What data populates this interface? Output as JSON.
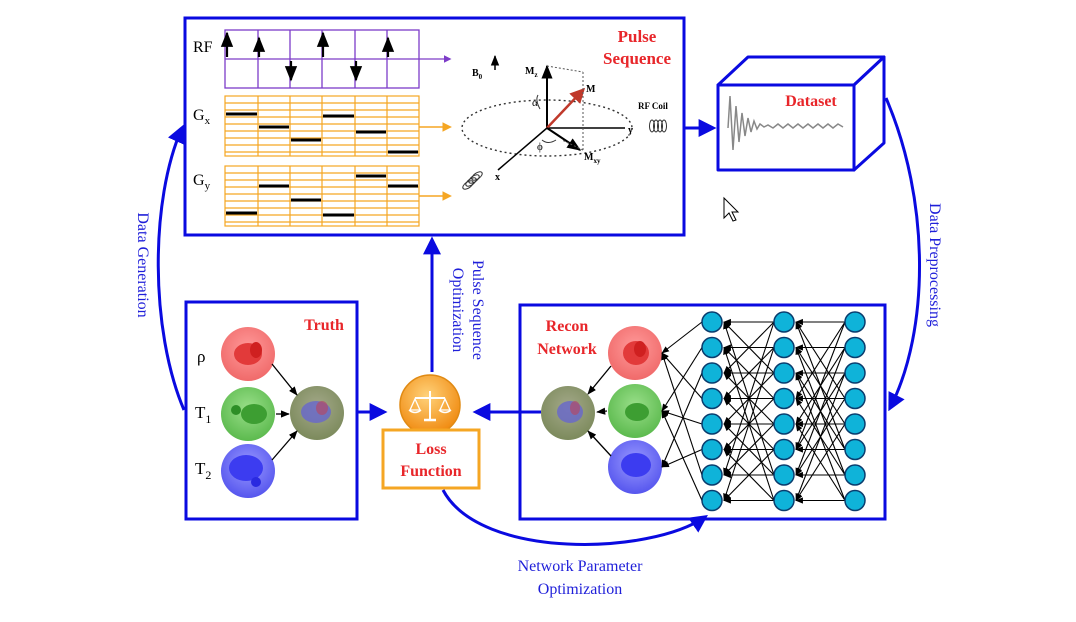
{
  "pulse_sequence": {
    "title_line1": "Pulse",
    "title_line2": "Sequence",
    "rows": [
      {
        "name": "RF",
        "sub": ""
      },
      {
        "name": "G",
        "sub": "x"
      },
      {
        "name": "G",
        "sub": "y"
      }
    ],
    "magnet": {
      "b0": "B",
      "b0_sub": "0",
      "mz": "M",
      "mz_sub": "z",
      "m": "M",
      "mxy": "M",
      "mxy_sub": "xy",
      "alpha": "α",
      "phi": "ϕ",
      "x_axis": "x",
      "y_axis": "y",
      "rf_coil": "RF Coil"
    }
  },
  "dataset": {
    "title": "Dataset"
  },
  "truth": {
    "title": "Truth",
    "labels": [
      {
        "name": "ρ",
        "sub": ""
      },
      {
        "name": "T",
        "sub": "1"
      },
      {
        "name": "T",
        "sub": "2"
      }
    ]
  },
  "loss": {
    "line1": "Loss",
    "line2": "Function"
  },
  "recon": {
    "line1": "Recon",
    "line2": "Network"
  },
  "flows": {
    "data_generation": "Data Generation",
    "data_preprocessing": "Data Preprocessing",
    "pso_line1": "Pulse Sequence",
    "pso_line2": "Optimization",
    "npo_line1": "Network Parameter",
    "npo_line2": "Optimization"
  },
  "colors": {
    "frame": "#0a0ae0",
    "title_red": "#e8262a",
    "grid_orange": "#f5a623",
    "rf_purple": "#7d3cc8",
    "node_cyan": "#0fb3d9"
  }
}
